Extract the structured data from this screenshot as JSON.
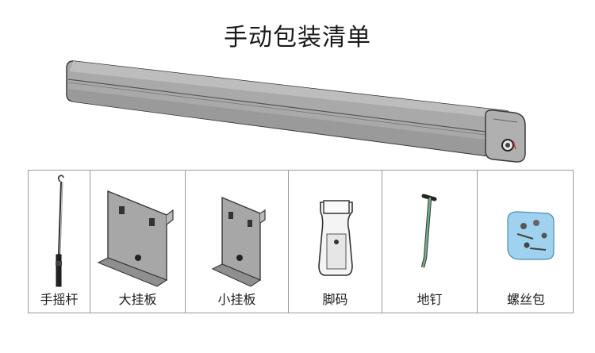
{
  "title": "手动包装清单",
  "items": [
    {
      "label": "手摇杆",
      "icon": "crank-handle-icon"
    },
    {
      "label": "大挂板",
      "icon": "large-bracket-icon"
    },
    {
      "label": "小挂板",
      "icon": "small-bracket-icon"
    },
    {
      "label": "脚码",
      "icon": "foot-mount-icon"
    },
    {
      "label": "地钉",
      "icon": "ground-stake-icon"
    },
    {
      "label": "螺丝包",
      "icon": "screw-pack-icon"
    }
  ],
  "colors": {
    "metal": "#a8a8a8",
    "metal_dark": "#8c8c8c",
    "outline": "#3a3a3a",
    "stake_green": "#6fae8a",
    "bag_blue": "#9fd2ee"
  }
}
